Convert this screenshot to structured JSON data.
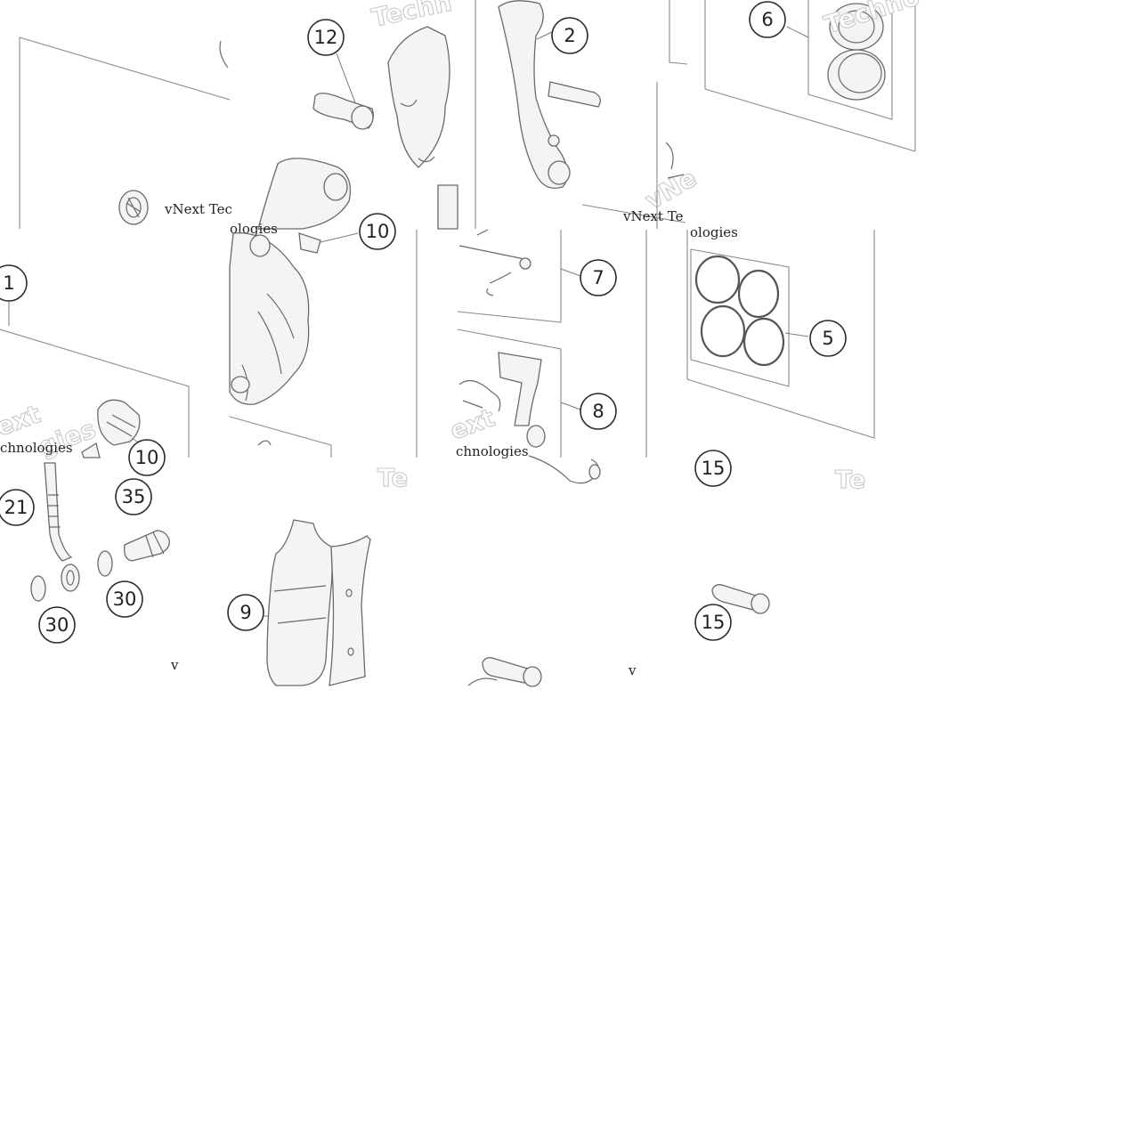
{
  "callouts": [
    {
      "id": "c12",
      "label": "12"
    },
    {
      "id": "c2",
      "label": "2"
    },
    {
      "id": "c6",
      "label": "6"
    },
    {
      "id": "c10a",
      "label": "10"
    },
    {
      "id": "c1",
      "label": "1"
    },
    {
      "id": "c7",
      "label": "7"
    },
    {
      "id": "c5",
      "label": "5"
    },
    {
      "id": "c8",
      "label": "8"
    },
    {
      "id": "c10b",
      "label": "10"
    },
    {
      "id": "c21",
      "label": "21"
    },
    {
      "id": "c35",
      "label": "35"
    },
    {
      "id": "c30a",
      "label": "30"
    },
    {
      "id": "c30b",
      "label": "30"
    },
    {
      "id": "c9",
      "label": "9"
    },
    {
      "id": "c15a",
      "label": "15"
    },
    {
      "id": "c15b",
      "label": "15"
    }
  ],
  "watermarks": {
    "small": [
      {
        "id": "w1",
        "text": "vNext Tec"
      },
      {
        "id": "w2",
        "text": "ologies"
      },
      {
        "id": "w3",
        "text": "vNext Te"
      },
      {
        "id": "w4",
        "text": "ologies"
      },
      {
        "id": "w5",
        "text": "chnologies"
      },
      {
        "id": "w6",
        "text": "chnologies"
      },
      {
        "id": "w7",
        "text": "v"
      },
      {
        "id": "w8",
        "text": "v"
      }
    ],
    "large": [
      {
        "id": "W1",
        "text": "Techn"
      },
      {
        "id": "W2",
        "text": "Techno"
      },
      {
        "id": "W3",
        "text": "vNe"
      },
      {
        "id": "W4",
        "text": "ext"
      },
      {
        "id": "W5",
        "text": "gies"
      },
      {
        "id": "W6",
        "text": "ext"
      },
      {
        "id": "W7",
        "text": "Te"
      },
      {
        "id": "W8",
        "text": "Te"
      }
    ]
  }
}
